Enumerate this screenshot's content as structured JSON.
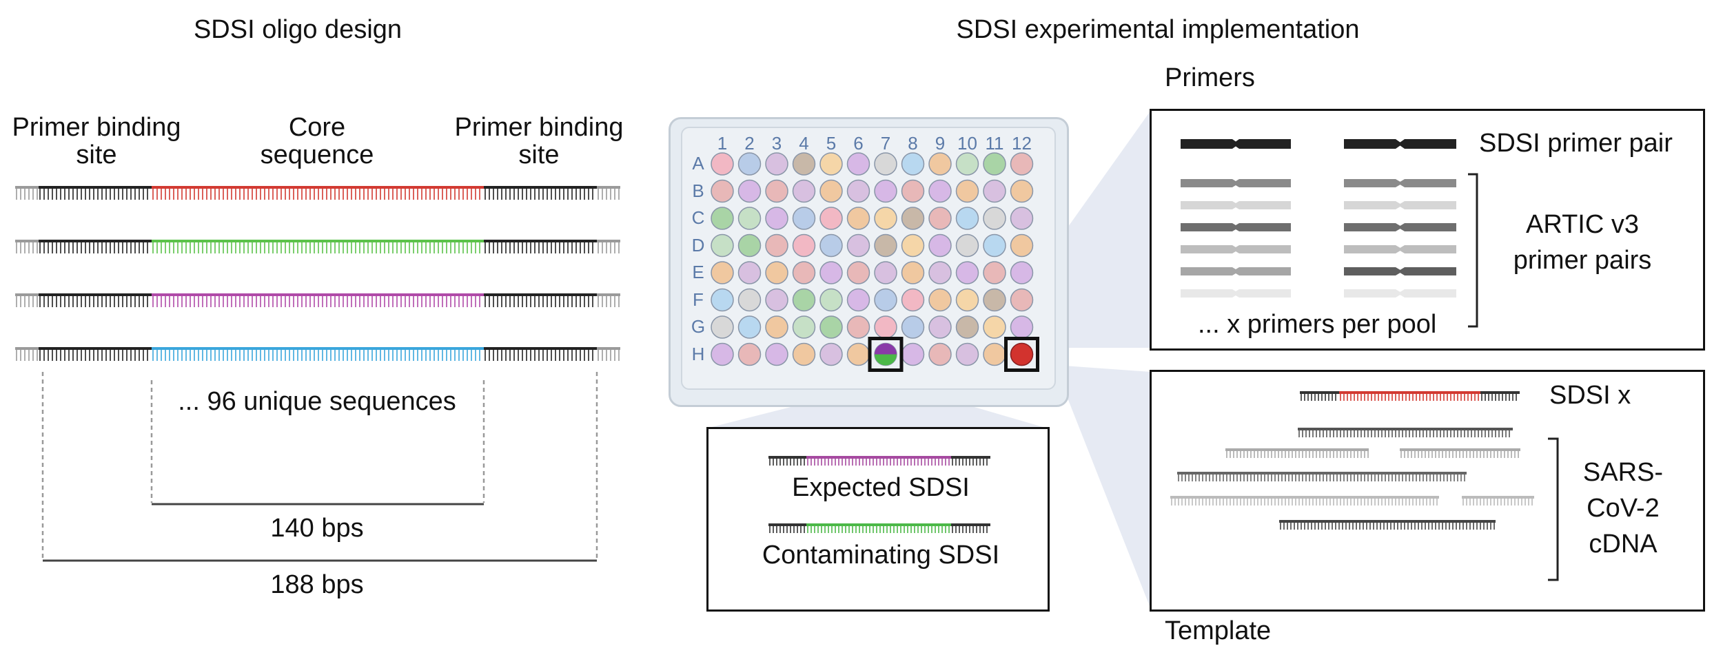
{
  "left_panel": {
    "title": "SDSI oligo design",
    "label_primer_left": "Primer binding\nsite",
    "label_core": "Core\nsequence",
    "label_primer_right": "Primer binding\nsite",
    "unique_sequences": "... 96 unique sequences",
    "span_core": "140 bps",
    "span_full": "188 bps",
    "oligo_colors": [
      "#d23a32",
      "#5cc24a",
      "#b04aa8",
      "#3aa6dc"
    ]
  },
  "right_panel": {
    "title": "SDSI experimental implementation",
    "primers_label": "Primers",
    "template_label": "Template",
    "plate": {
      "columns": [
        "1",
        "2",
        "3",
        "4",
        "5",
        "6",
        "7",
        "8",
        "9",
        "10",
        "11",
        "12"
      ],
      "rows": [
        "A",
        "B",
        "C",
        "D",
        "E",
        "F",
        "G",
        "H"
      ]
    },
    "primer_box": {
      "sdsi_pair": "SDSI primer pair",
      "artic": "ARTIC v3\nprimer pairs",
      "per_pool": "... x primers per pool"
    },
    "contam_box": {
      "expected": "Expected SDSI",
      "contaminating": "Contaminating SDSI"
    },
    "template_box": {
      "sdsi_x": "SDSI x",
      "sars": "SARS-\nCoV-2\ncDNA"
    }
  }
}
